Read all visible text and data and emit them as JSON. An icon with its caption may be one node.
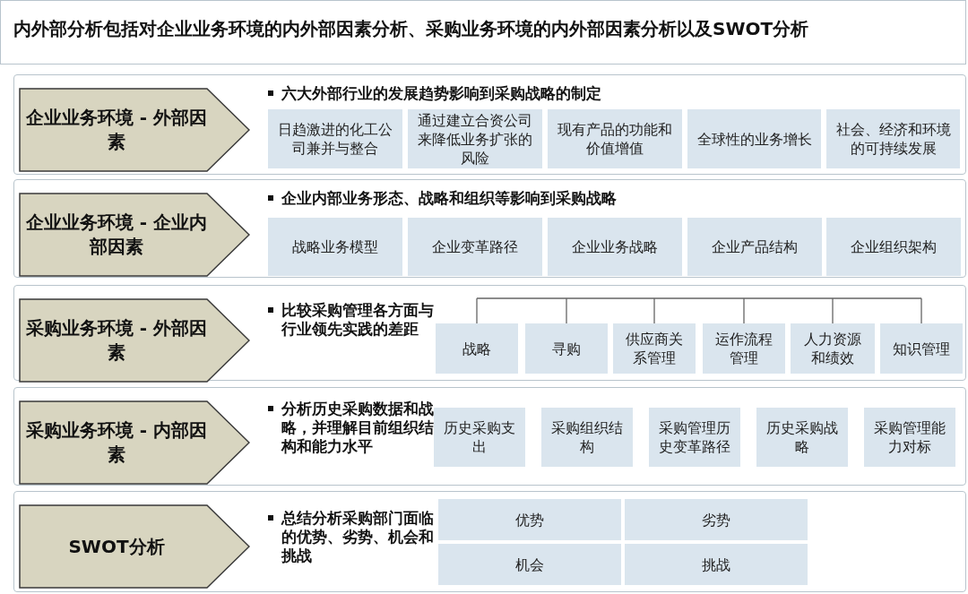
{
  "diagram": {
    "title": "内外部分析包括对企业业务环境的内外部因素分析、采购业务环境的内外部因素分析以及SWOT分析",
    "nodes": [
      {
        "text": [
          "六大外部行业的发展趋势影响到采购战略的制定"
        ]
      },
      {
        "text": [
          "企业业务环境 - 外部因素"
        ],
        "in": 0
      },
      {
        "text": [
          "日趋激进的化工公司兼并与整合"
        ],
        "in": 0
      },
      {
        "text": [
          "通过建立合资公司来降低业务扩张的风险"
        ],
        "in": 0
      },
      {
        "text": [
          "现有产品的功能和价值增值"
        ],
        "in": 0
      },
      {
        "text": [
          "全球性的业务增长"
        ],
        "in": 0
      },
      {
        "text": [
          "社会、经济和环境的可持续发展"
        ],
        "in": 0
      },
      {
        "text": [
          "企业内部业务形态、战略和组织等影响到采购战略"
        ]
      },
      {
        "text": [
          "企业业务环境 - 企业内部因素"
        ],
        "in": 7
      },
      {
        "text": [
          "战略业务模型"
        ],
        "in": 7
      },
      {
        "text": [
          "企业变革路径"
        ],
        "in": 7
      },
      {
        "text": [
          "企业业务战略"
        ],
        "in": 7
      },
      {
        "text": [
          "企业产品结构"
        ],
        "in": 7
      },
      {
        "text": [
          "企业组织架构"
        ],
        "in": 7
      },
      {
        "text": [
          "比较采购管理各方面与行业领先实践的差距"
        ]
      },
      {
        "text": [
          "采购业务环境 - 外部因素"
        ],
        "in": 14
      },
      {
        "text": [
          "战略"
        ],
        "in": 14
      },
      {
        "text": [
          "寻购"
        ],
        "in": 14
      },
      {
        "text": [
          "供应商关系管理"
        ],
        "in": 14
      },
      {
        "text": [
          "运作流程管理"
        ],
        "in": 14
      },
      {
        "text": [
          "人力资源和绩效"
        ],
        "in": 14
      },
      {
        "text": [
          "知识管理"
        ],
        "in": 14
      },
      {
        "text": [
          "分析历史采购数据和战略，并理解目前组织结构和能力水平"
        ]
      },
      {
        "text": [
          "采购业务环境 - 内部因素"
        ],
        "in": 22
      },
      {
        "text": [
          "历史采购支出"
        ],
        "in": 22
      },
      {
        "text": [
          "采购组织结构"
        ],
        "in": 22
      },
      {
        "text": [
          "采购管理历史变革路径"
        ],
        "in": 22
      },
      {
        "text": [
          "历史采购战略"
        ],
        "in": 22
      },
      {
        "text": [
          "采购管理能力对标"
        ],
        "in": 22
      },
      {
        "text": [
          "总结分析采购部门面临的优势、劣势、机会和挑战"
        ]
      },
      {
        "text": [
          "SWOT分析"
        ],
        "in": 29
      },
      {
        "text": [
          "优势"
        ],
        "in": 29
      },
      {
        "text": [
          "劣势"
        ],
        "in": 29
      },
      {
        "text": [
          "机会"
        ],
        "in": 29
      },
      {
        "text": [
          "挑战"
        ],
        "in": 29
      }
    ]
  }
}
